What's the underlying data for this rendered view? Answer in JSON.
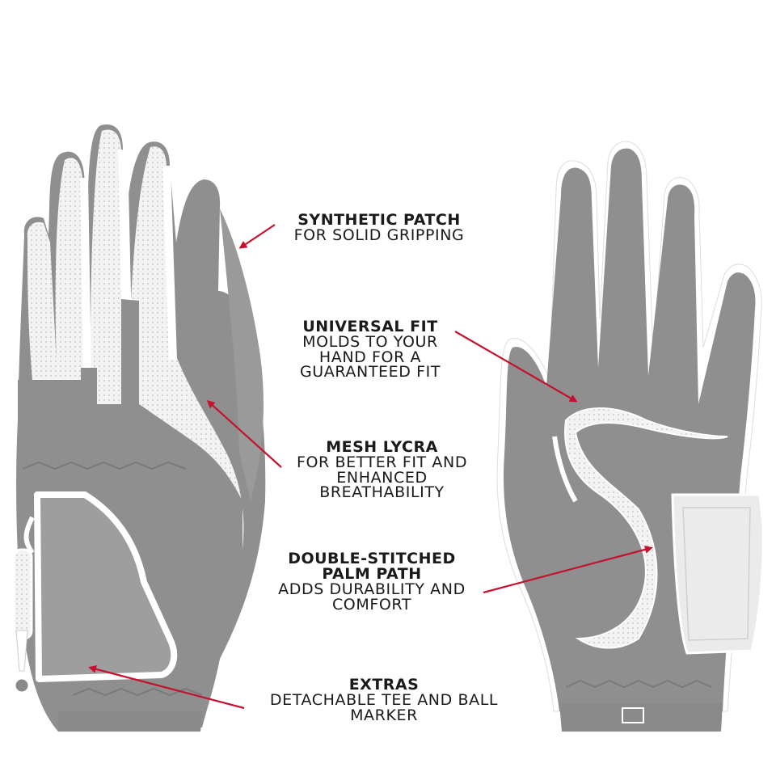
{
  "product": {
    "illustrations": [
      "glove-back-view",
      "glove-palm-view"
    ],
    "colors": {
      "glove_gray": "#8f8f8f",
      "mesh_white": "#f2f2f2",
      "trim_white": "#ffffff",
      "arrow_red": "#c4122f",
      "text": "#1a1a1a"
    }
  },
  "callouts": [
    {
      "title": "SYNTHETIC PATCH",
      "lines": [
        "FOR SOLID GRIPPING"
      ]
    },
    {
      "title": "UNIVERSAL FIT",
      "lines": [
        "MOLDS TO YOUR",
        "HAND FOR A",
        "GUARANTEED FIT"
      ]
    },
    {
      "title": "MESH LYCRA",
      "lines": [
        "FOR BETTER FIT AND",
        "ENHANCED",
        "BREATHABILITY"
      ]
    },
    {
      "title": "DOUBLE-STITCHED PALM PATH",
      "title_lines": [
        "DOUBLE-STITCHED",
        "PALM PATH"
      ],
      "lines": [
        "ADDS DURABILITY AND",
        "COMFORT"
      ]
    },
    {
      "title": "EXTRAS",
      "lines": [
        "DETACHABLE TEE AND BALL",
        "MARKER"
      ]
    }
  ]
}
